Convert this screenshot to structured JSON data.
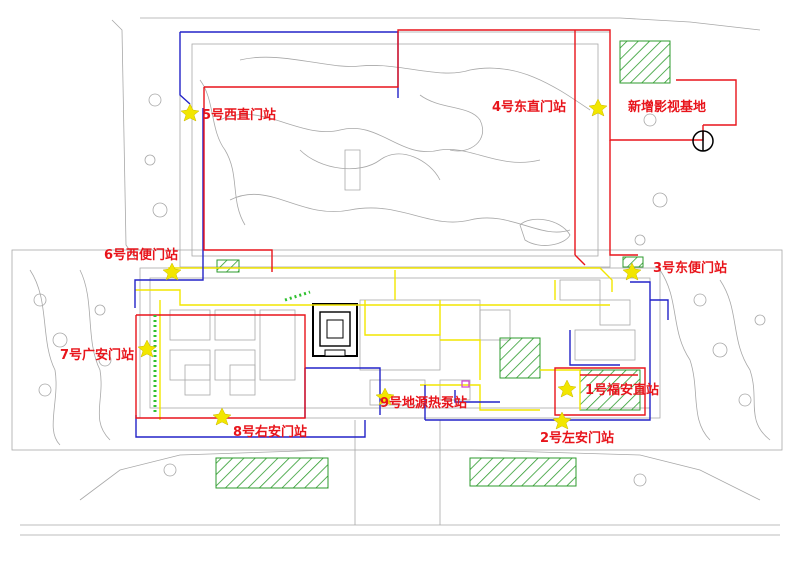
{
  "stations": [
    {
      "id": "s5",
      "label": "5号西直门站"
    },
    {
      "id": "s4",
      "label": "4号东直门站"
    },
    {
      "id": "base",
      "label": "新增影视基地"
    },
    {
      "id": "s6",
      "label": "6号西便门站"
    },
    {
      "id": "s3",
      "label": "3号东便门站"
    },
    {
      "id": "s7",
      "label": "7号广安门站"
    },
    {
      "id": "s1",
      "label": "1号福安直站"
    },
    {
      "id": "s9",
      "label": "9号地源热泵站"
    },
    {
      "id": "s8",
      "label": "8号右安门站"
    },
    {
      "id": "s2",
      "label": "2号左安门站"
    }
  ],
  "colors": {
    "red_line": "#e8141b",
    "blue_line": "#2323c8",
    "yellow_line": "#f2e600",
    "green_hatch": "#2e9b2e",
    "base_outline": "#a8a8a8"
  },
  "icons": {
    "marker": "star-marker-icon",
    "north": "north-arrow-icon"
  }
}
